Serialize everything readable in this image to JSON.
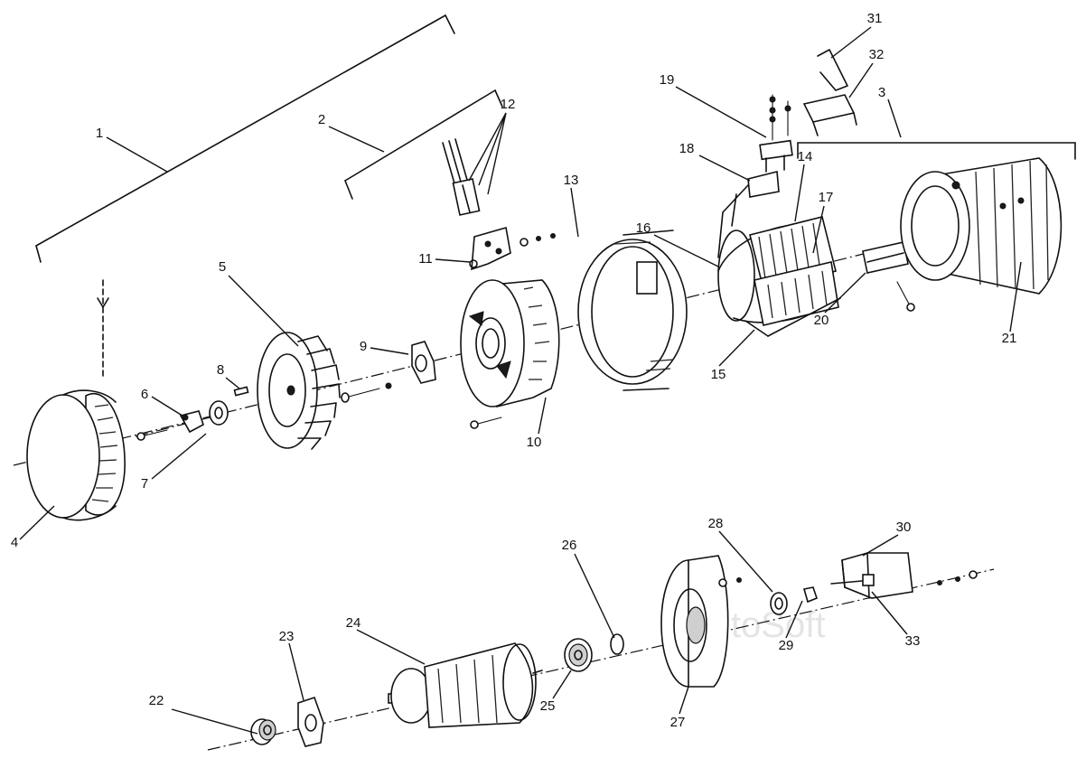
{
  "callouts": [
    {
      "id": "c1",
      "text": "1"
    },
    {
      "id": "c2",
      "text": "2"
    },
    {
      "id": "c3",
      "text": "3"
    },
    {
      "id": "c4",
      "text": "4"
    },
    {
      "id": "c5",
      "text": "5"
    },
    {
      "id": "c6",
      "text": "6"
    },
    {
      "id": "c7",
      "text": "7"
    },
    {
      "id": "c8",
      "text": "8"
    },
    {
      "id": "c9",
      "text": "9"
    },
    {
      "id": "c10",
      "text": "10"
    },
    {
      "id": "c11",
      "text": "11"
    },
    {
      "id": "c12",
      "text": "12"
    },
    {
      "id": "c13",
      "text": "13"
    },
    {
      "id": "c14",
      "text": "14"
    },
    {
      "id": "c15",
      "text": "15"
    },
    {
      "id": "c16",
      "text": "16"
    },
    {
      "id": "c17",
      "text": "17"
    },
    {
      "id": "c18",
      "text": "18"
    },
    {
      "id": "c19",
      "text": "19"
    },
    {
      "id": "c20",
      "text": "20"
    },
    {
      "id": "c21",
      "text": "21"
    },
    {
      "id": "c22",
      "text": "22"
    },
    {
      "id": "c23",
      "text": "23"
    },
    {
      "id": "c24",
      "text": "24"
    },
    {
      "id": "c25",
      "text": "25"
    },
    {
      "id": "c26",
      "text": "26"
    },
    {
      "id": "c27",
      "text": "27"
    },
    {
      "id": "c28",
      "text": "28"
    },
    {
      "id": "c29",
      "text": "29"
    },
    {
      "id": "c30",
      "text": "30"
    },
    {
      "id": "c31",
      "text": "31"
    },
    {
      "id": "c32",
      "text": "32"
    },
    {
      "id": "c33",
      "text": "33"
    }
  ],
  "watermark": "AutoSoft",
  "colors": {
    "ink": "#111111",
    "paper": "#ffffff"
  }
}
